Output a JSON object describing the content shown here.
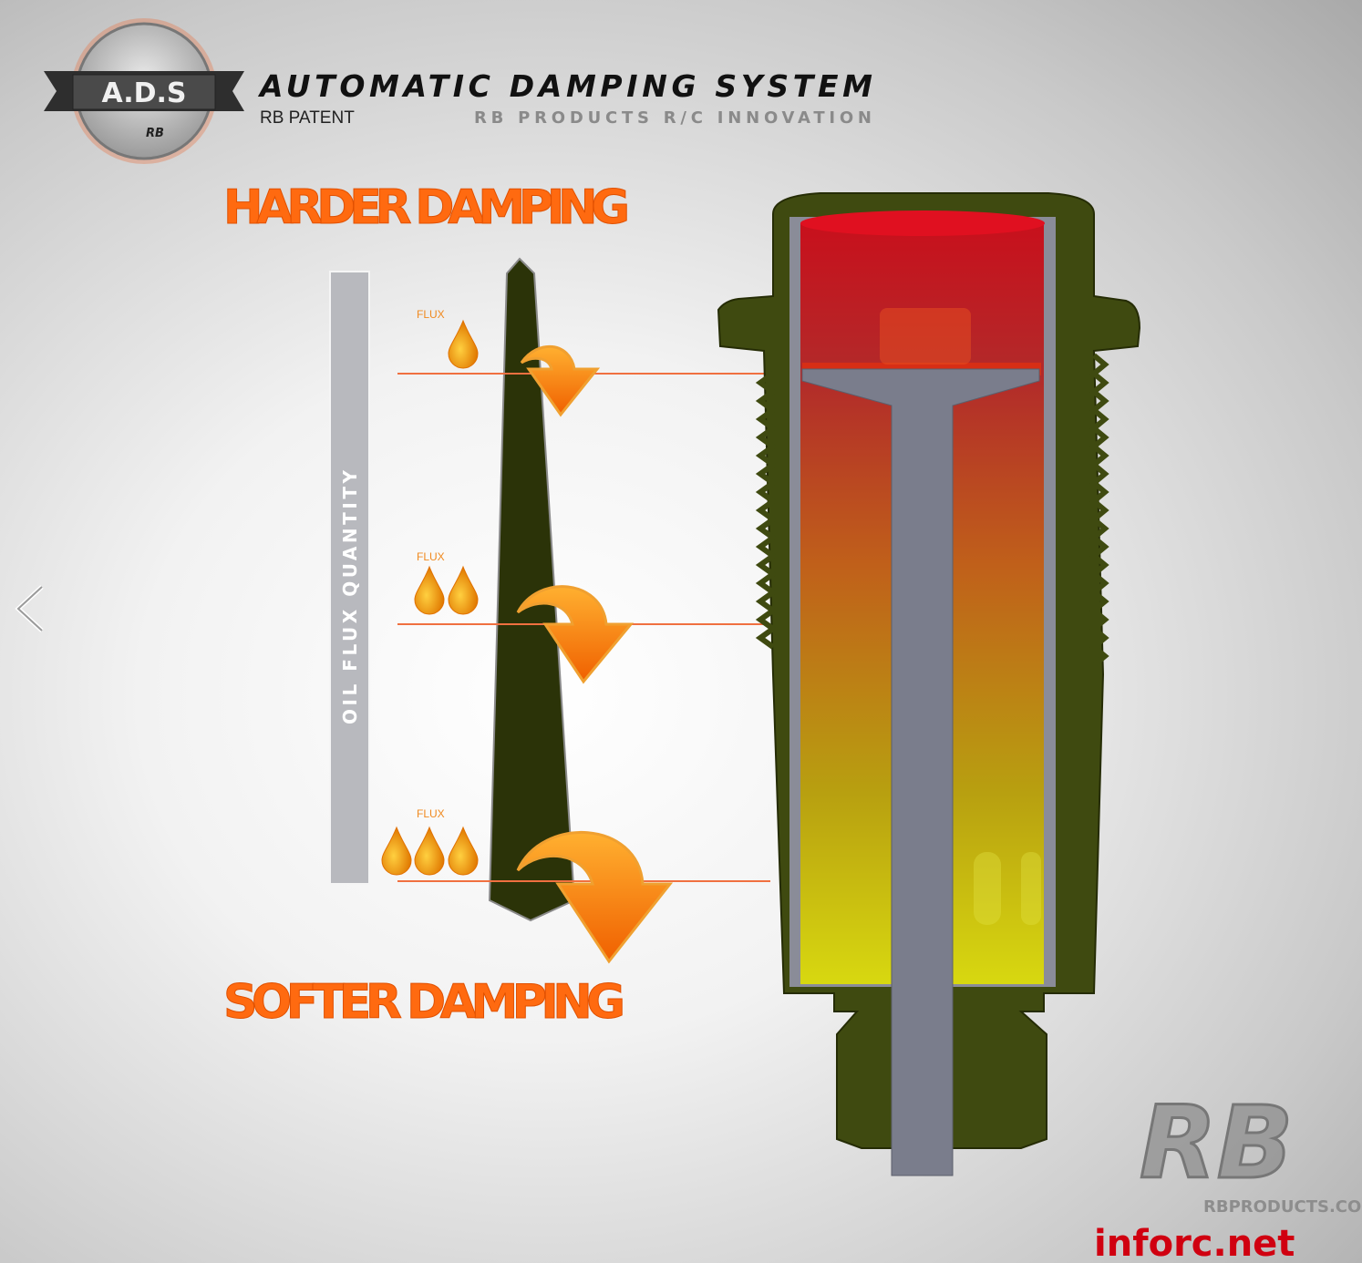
{
  "header": {
    "logo_text": "A.D.S",
    "logo_brand": "RB",
    "title": "AUTOMATIC DAMPING SYSTEM",
    "patent": "RB PATENT",
    "tagline": "RB PRODUCTS R/C INNOVATION"
  },
  "diagram": {
    "top_label": "HARDER DAMPING",
    "bottom_label": "SOFTER DAMPING",
    "axis_label": "OIL FLUX QUANTITY",
    "levels": [
      {
        "label": "FLUX",
        "drops": 1
      },
      {
        "label": "FLUX",
        "drops": 2
      },
      {
        "label": "FLUX",
        "drops": 3
      }
    ]
  },
  "watermarks": {
    "brand": "RB",
    "brand_url": "RBPRODUCTS.COM",
    "site": "inforc.net"
  },
  "nav": {
    "prev_icon": "chevron-left-icon"
  },
  "colors": {
    "accent": "#ff6a10",
    "body": "#3f4a10",
    "rod": "#7a7d8c"
  }
}
